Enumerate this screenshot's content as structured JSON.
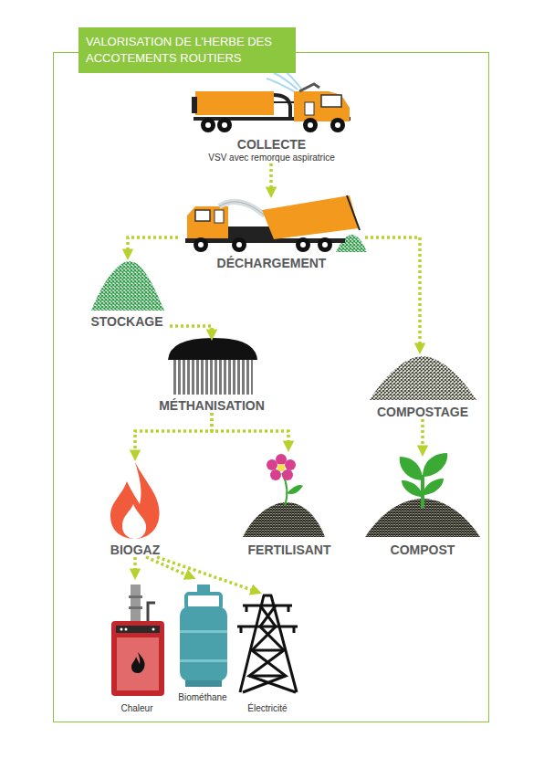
{
  "diagram": {
    "title": "VALORISATION DE L’HERBE DES ACCOTEMENTS ROUTIERS",
    "nodes": [
      {
        "text": [
          "COLLECTE",
          "VSV avec remorque aspiratrice"
        ]
      },
      {
        "text": [
          "DÉCHARGEMENT"
        ]
      },
      {
        "text": [
          "STOCKAGE"
        ]
      },
      {
        "text": [
          "MÉTHANISATION"
        ]
      },
      {
        "text": [
          "COMPOSTAGE"
        ]
      },
      {
        "text": [
          "BIOGAZ"
        ]
      },
      {
        "text": [
          "FERTILISANT"
        ]
      },
      {
        "text": [
          "COMPOST"
        ]
      },
      {
        "text": [
          "Chaleur"
        ]
      },
      {
        "text": [
          "Biométhane"
        ]
      },
      {
        "text": [
          "Électricité"
        ]
      }
    ],
    "edges": [
      {
        "from": 0,
        "to": 1,
        "arrow": "to"
      },
      {
        "from": 1,
        "to": 2,
        "arrow": "to"
      },
      {
        "from": 1,
        "to": 4,
        "arrow": "to"
      },
      {
        "from": 2,
        "to": 3,
        "arrow": "to"
      },
      {
        "from": 3,
        "to": 5,
        "arrow": "to"
      },
      {
        "from": 3,
        "to": 6,
        "arrow": "to"
      },
      {
        "from": 4,
        "to": 7,
        "arrow": "to"
      },
      {
        "from": 5,
        "to": 8,
        "arrow": "to"
      },
      {
        "from": 5,
        "to": 9,
        "arrow": "to"
      },
      {
        "from": 5,
        "to": 10,
        "arrow": "to"
      }
    ]
  }
}
